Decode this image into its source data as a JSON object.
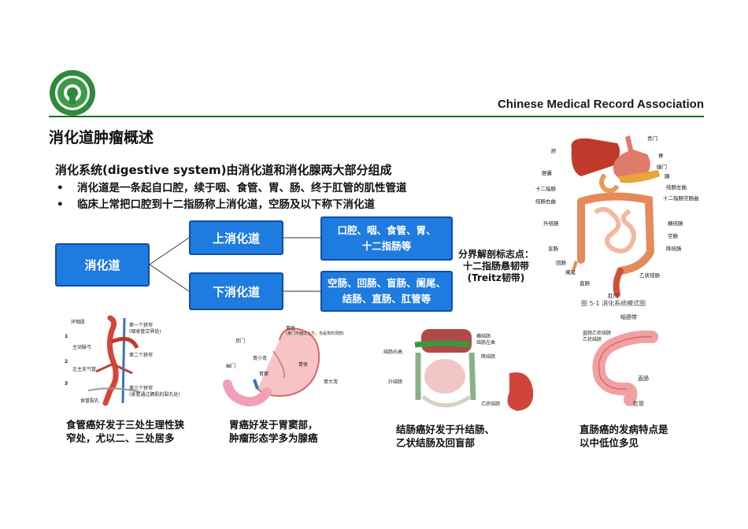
{
  "header": {
    "organization": "Chinese Medical Record Association",
    "brand_color": "#1e6b2c"
  },
  "slide": {
    "title": "消化道肿瘤概述",
    "subtitle": "消化系统(digestive system)由消化道和消化腺两大部分组成",
    "bullets": [
      "消化道是一条起自口腔，续于咽、食管、胃、肠、终于肛管的肌性管道",
      "临床上常把口腔到十二指肠称上消化道，空肠及以下称下消化道"
    ]
  },
  "tree": {
    "root": "消化道",
    "upper": "上消化道",
    "lower": "下消化道",
    "upper_parts_line1": "口腔、咽、食管、胃、",
    "upper_parts_line2": "十二指肠等",
    "lower_parts_line1": "空肠、回肠、盲肠、阑尾、",
    "lower_parts_line2": "结肠、直肠、肛管等",
    "box_color": "#1e7be0"
  },
  "landmark": {
    "line1": "分界解剖标志点：",
    "line2": "十二指肠悬韧带",
    "line3": "(Treitz韧带)"
  },
  "system_diagram": {
    "caption": "图 5-1  消化系统模式图",
    "labels": {
      "cardia": "贲门",
      "liver": "肝",
      "stomach": "胃",
      "pylorus": "幽门",
      "gallbladder": "胆囊",
      "pancreas": "胰",
      "duodenum": "十二指肠",
      "hepatic_flexure": "结肠右曲",
      "splenic_flexure": "结肠左曲",
      "duodenojejunal_flexure": "十二指肠空肠曲",
      "ascending_colon": "升结肠",
      "transverse_colon": "横结肠",
      "jejunum": "空肠",
      "descending_colon": "降结肠",
      "cecum": "盲肠",
      "ileum": "回肠",
      "appendix": "阑尾",
      "sigmoid_colon": "乙状结肠",
      "rectum": "直肠",
      "anus": "肛门"
    }
  },
  "esophagus_diagram": {
    "labels": {
      "cricopharyngeus": "环咽肌",
      "first_narrowing": "第一个狭窄",
      "first_narrowing_note": "(咽食管交界处)",
      "aortic_arch": "主动脉弓",
      "second_narrowing": "第二个狭窄",
      "left_bronchus": "左主支气管",
      "third_narrowing": "第三个狭窄",
      "third_narrowing_note": "(食管通过膈肌的裂孔处)",
      "diaphragm_hiatus": "食管裂孔",
      "marker_1": "1",
      "marker_2": "2",
      "marker_3": "3"
    },
    "caption_line1": "食管癌好发于三处生理性狭",
    "caption_line2": "窄处，尤以二、三处居多"
  },
  "stomach_diagram": {
    "labels": {
      "fundus": "胃底",
      "fundus_note": "(贲门平面以上方，也是胃的顶部)",
      "cardia": "贲门",
      "lesser_curvature": "胃小弯",
      "pylorus": "幽门",
      "body": "胃体",
      "antrum": "胃窦",
      "greater_curvature": "胃大弯"
    },
    "caption_line1": "胃癌好发于胃窦部，",
    "caption_line2": "肿瘤形态学多为腺癌"
  },
  "colon_diagram": {
    "labels": {
      "hepatic_flexure": "结肠右曲",
      "transverse_colon": "横结肠",
      "splenic_flexure": "结肠左曲",
      "ascending_colon": "升结肠",
      "descending_colon": "降结肠",
      "sigmoid_colon": "乙状结肠"
    },
    "caption_line1": "结肠癌好发于升结肠、",
    "caption_line2": "乙状结肠及回盲部"
  },
  "rectum_diagram": {
    "labels": {
      "colon": "结肠带",
      "sigmoid": "直肠乙状结肠",
      "sigmoid2": "乙状结肠",
      "rectum": "直肠",
      "anal_canal": "肛管"
    },
    "caption_line1": "直肠癌的发病特点是",
    "caption_line2": "以中低位多见"
  }
}
